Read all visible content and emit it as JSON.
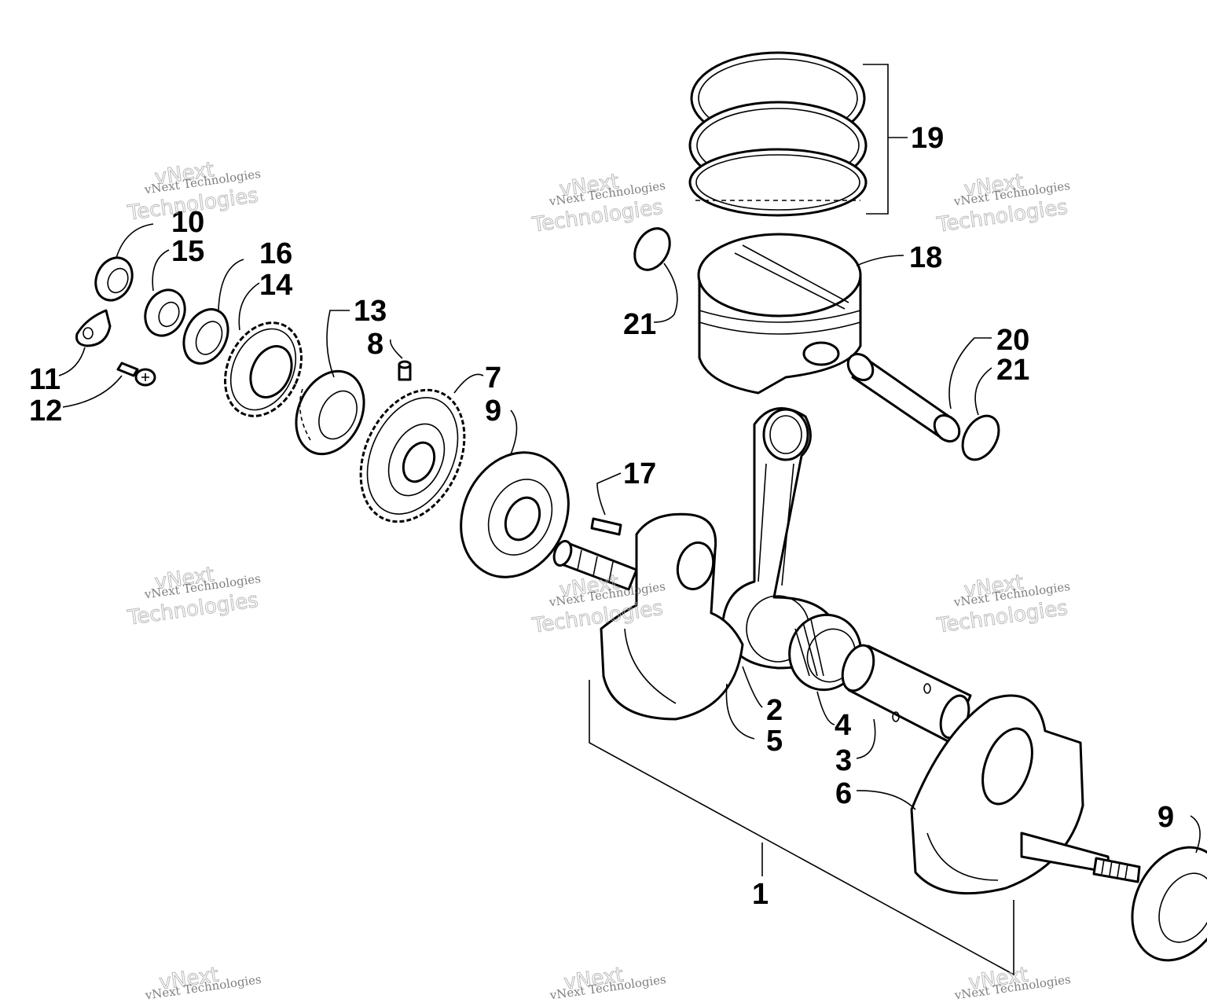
{
  "callouts": {
    "c1": "1",
    "c2": "2",
    "c3": "3",
    "c4": "4",
    "c5": "5",
    "c6": "6",
    "c7": "7",
    "c8": "8",
    "c9a": "9",
    "c9b": "9",
    "c10": "10",
    "c11": "11",
    "c12": "12",
    "c13": "13",
    "c14": "14",
    "c15": "15",
    "c16": "16",
    "c17": "17",
    "c18": "18",
    "c19": "19",
    "c20": "20",
    "c21a": "21",
    "c21b": "21"
  },
  "watermark": {
    "small": "vNext Technologies",
    "large_top": "vNext",
    "large_bottom": "Technologies"
  }
}
